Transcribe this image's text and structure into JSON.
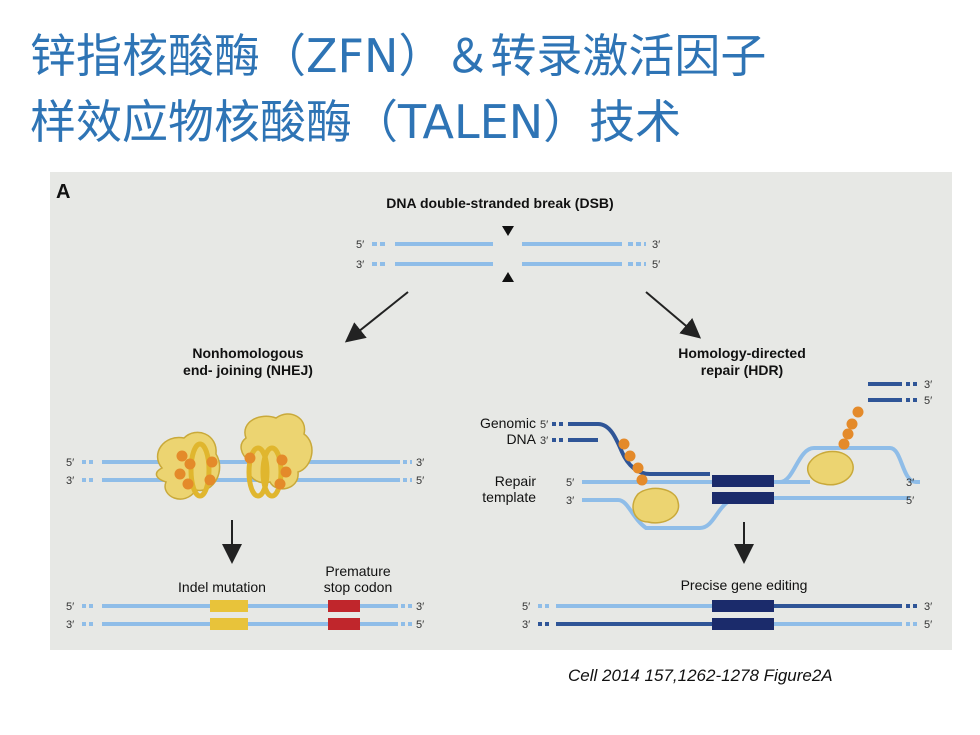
{
  "slide": {
    "title_line1": "锌指核酸酶（ZFN）＆转录激活因子",
    "title_line2": "样效应物核酸酶（TALEN）技术",
    "citation": "Cell 2014 157,1262-1278   Figure2A"
  },
  "figure": {
    "panel_label": "A",
    "dsb_title": "DNA double-stranded break (DSB)",
    "nhej_title_line1": "Nonhomologous",
    "nhej_title_line2": "end- joining (NHEJ)",
    "hdr_title_line1": "Homology-directed",
    "hdr_title_line2": "repair (HDR)",
    "genomic_line1": "Genomic",
    "genomic_line2": "DNA",
    "repair_line1": "Repair",
    "repair_line2": "template",
    "indel_label": "Indel mutation",
    "premature_line1": "Premature",
    "premature_line2": "stop codon",
    "precise_label": "Precise gene editing",
    "prime5": "5′",
    "prime3": "3′"
  },
  "colors": {
    "title": "#2e74b5",
    "strand_light": "#8fbde8",
    "strand_dark": "#2f5597",
    "template_navy": "#1b2b6b",
    "indel_yellow": "#e8c33a",
    "stop_red": "#c0262c",
    "protein_gold": "#e6c95a",
    "bead_orange": "#e48a2a",
    "panel_bg": "#e7e8e5"
  }
}
